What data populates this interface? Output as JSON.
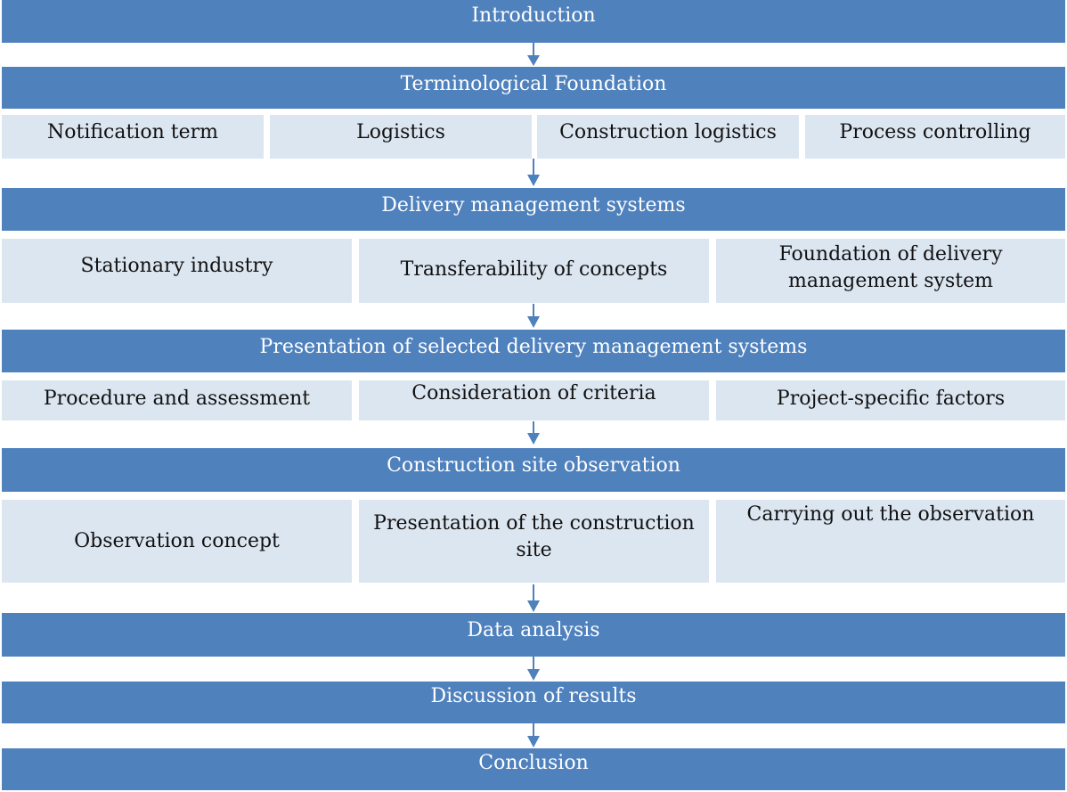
{
  "colors": {
    "header": "#4f81bd",
    "box": "#dce6f1",
    "arrow": "#4f81bd"
  },
  "sections": {
    "introduction": "Introduction",
    "terminological": {
      "title": "Terminological Foundation",
      "items": [
        "Notification term",
        "Logistics",
        "Construction logistics",
        "Process controlling"
      ]
    },
    "delivery": {
      "title": "Delivery management systems",
      "items": [
        "Stationary industry",
        "Transferability of concepts",
        "Foundation of delivery management system"
      ]
    },
    "presentation": {
      "title": "Presentation of selected delivery management systems",
      "items": [
        "Procedure and assessment",
        "Consideration of criteria",
        "Project-specific factors"
      ]
    },
    "observation": {
      "title": "Construction site observation",
      "items": [
        "Observation concept",
        "Presentation of the construction site",
        "Carrying out the observation"
      ]
    },
    "data_analysis": "Data analysis",
    "discussion": "Discussion of results",
    "conclusion": "Conclusion"
  }
}
